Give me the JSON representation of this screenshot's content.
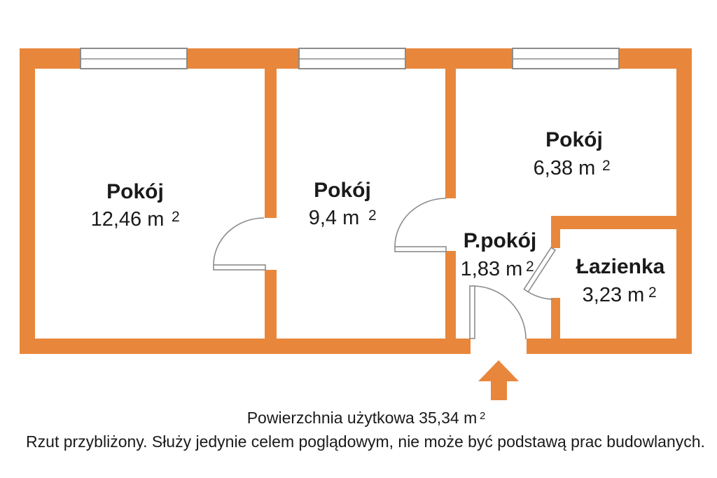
{
  "plan": {
    "colors": {
      "wall": "#E8873C",
      "line": "#8C8C8C",
      "text": "#1A1A1A"
    },
    "rooms": [
      {
        "name": "Pokój",
        "area": "12,46 m",
        "sup": "2"
      },
      {
        "name": "Pokój",
        "area": "9,4 m",
        "sup": "2"
      },
      {
        "name": "Pokój",
        "area": "6,38 m",
        "sup": "2"
      },
      {
        "name": "P.pokój",
        "area": "1,83 m",
        "sup": "2"
      },
      {
        "name": "Łazienka",
        "area": "3,23 m",
        "sup": "2"
      }
    ],
    "footer": {
      "total_label": "Powierzchnia użytkowa 35,34 m",
      "total_sup": "2",
      "disclaimer": "Rzut przybliżony. Służy jedynie celem poglądowym, nie może być podstawą prac budowlanych."
    }
  }
}
